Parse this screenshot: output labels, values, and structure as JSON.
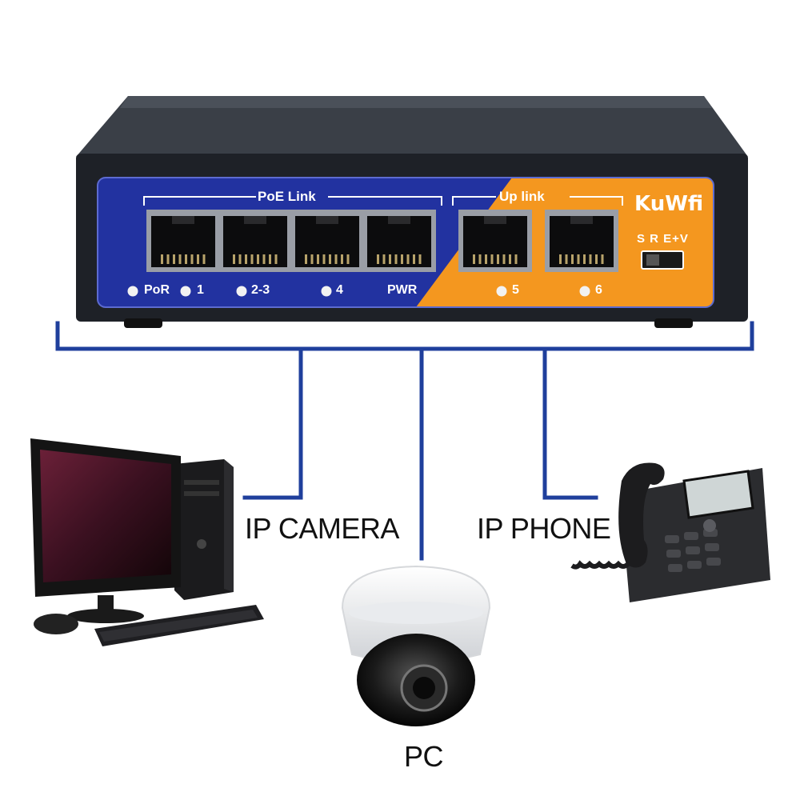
{
  "switch": {
    "brand": "KuWfi",
    "poe_group_label": "PoE Link",
    "uplink_group_label": "Up link",
    "indicators": {
      "por": "PoR",
      "p1": "1",
      "p2_3": "2-3",
      "p4": "4",
      "pwr": "PWR",
      "p5": "5",
      "p6": "6"
    },
    "mode_switch_label": "S R E+V",
    "colors": {
      "body": "#2b2f36",
      "panel_blue": "#2232a0",
      "panel_orange": "#f4971f"
    }
  },
  "devices": {
    "ip_camera_label": "IP CAMERA",
    "ip_phone_label": "IP PHONE",
    "pc_label": "PC"
  },
  "connector_color": "#1f3f9c"
}
